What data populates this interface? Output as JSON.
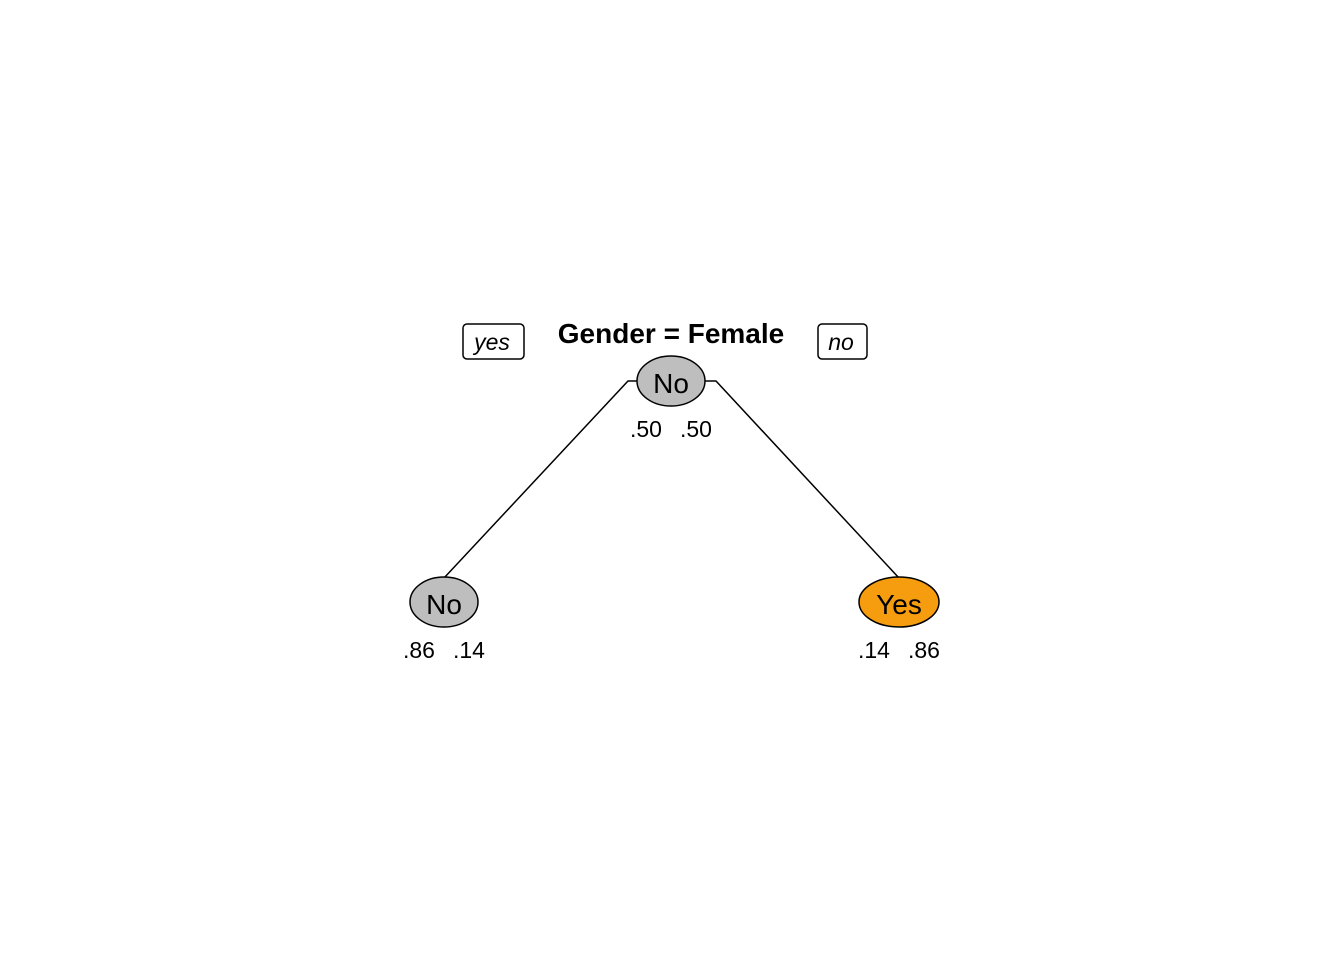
{
  "tree": {
    "root": {
      "split": "Gender = Female",
      "class": "No",
      "probs": [
        ".50",
        ".50"
      ],
      "fill": "#bebebe",
      "yes_label": "yes",
      "no_label": "no"
    },
    "left": {
      "class": "No",
      "probs": [
        ".86",
        ".14"
      ],
      "fill": "#bebebe"
    },
    "right": {
      "class": "Yes",
      "probs": [
        ".14",
        ".86"
      ],
      "fill": "#f59d0e"
    }
  }
}
